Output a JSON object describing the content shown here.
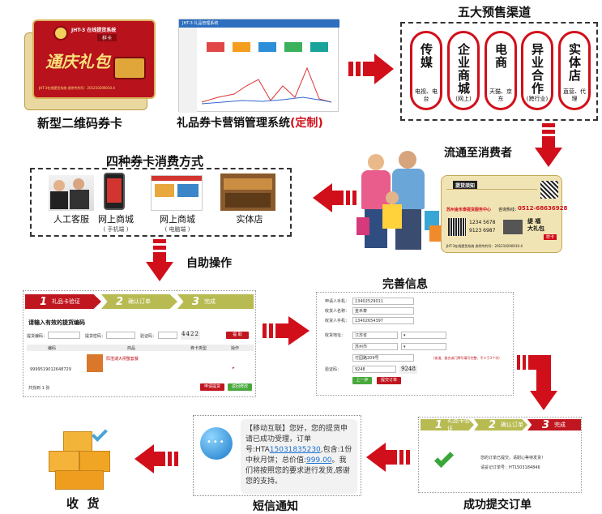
{
  "captions": {
    "card": "新型二维码券卡",
    "system_main": "礼品券卡营销管理系统",
    "system_suffix": "(定制)",
    "channels_title": "五大预售渠道",
    "circulate": "流通至消费者",
    "consume_title": "四种券卡消费方式",
    "self_service": "自助操作",
    "complete_info": "完善信息",
    "success": "成功提交订单",
    "sms": "短信通知",
    "receive": "收  货"
  },
  "channels": [
    {
      "name": "传媒",
      "sub": "电视、电台"
    },
    {
      "name": "企业商城",
      "sub": "(网上)"
    },
    {
      "name": "电商",
      "sub": "天猫、京东"
    },
    {
      "name": "异业合作",
      "sub": "(跨行业)"
    },
    {
      "name": "实体店",
      "sub": "直营、代理"
    }
  ],
  "consume_methods": [
    {
      "label": "人工客服",
      "sub": ""
    },
    {
      "label": "网上商城",
      "sub": "( 手机端 )"
    },
    {
      "label": "网上商城",
      "sub": "( 电脑端 )"
    },
    {
      "label": "实体店",
      "sub": ""
    }
  ],
  "card_front": {
    "brand": "JHT-3 在线提货系统",
    "card_tag": "样卡",
    "gift_text": "通庆礼包",
    "footer": "JHT-3在线提货系统 发明专利号：201210200010.4"
  },
  "card_back": {
    "notice_title": "提货须知",
    "center": "苏州金禾泰提货服务中心",
    "hotline_label": "咨询热线：",
    "hotline": "0512-68636928",
    "card_no": "1234 5678",
    "pwd": "9123 6987",
    "name": "缇 福\n大礼包",
    "tag": "样卡",
    "footer": "JHT-3在线提货系统  发明专利号：201210200010.4"
  },
  "sms": {
    "tag": "【移动互联】",
    "text1": "您好，您的提货申请已成功受理，订单号",
    "order_prefix": ":HTA",
    "order_link": "15031835230",
    "text2": ",包含:1份",
    "text3": "中秋月饼；总价值:",
    "price": "999.00",
    "text4": "。我们将按照您的要求进行发货,感谢您的支持。"
  },
  "steps": [
    "礼品卡验证",
    "确认订单",
    "完成"
  ],
  "form1": {
    "title": "请输入有效的提货编码",
    "labels": [
      "提货编码：",
      "提货密码：",
      "验证码："
    ],
    "captcha": "4422",
    "btn": "提 取",
    "cols": [
      "编码",
      "商品",
      "券卡类型",
      "操作"
    ],
    "row_code": "9999519012648729",
    "row_name": "阳澄湖大闸蟹套餐",
    "footer_left": "共找到 1 张",
    "btn_apply": "申请提货",
    "btn_back": "返回修改"
  },
  "form2": {
    "fields": [
      {
        "label": "申请人手机：",
        "value": "13402529011"
      },
      {
        "label": "收货人名称：",
        "value": "金禾泰"
      },
      {
        "label": "收货人手机：",
        "value": "13402654397"
      },
      {
        "label": "收货地址：",
        "value": "江苏省"
      },
      {
        "label": "",
        "value": "苏州市"
      },
      {
        "label": "",
        "value": "付园路209号"
      },
      {
        "label": "验证码：",
        "value": "9248"
      }
    ],
    "captcha": "9248",
    "hint": "(街道、路名或门牌号填写完整，不少于3个字)",
    "btn_prev": "上一步",
    "btn_submit": "提交订单"
  },
  "success_panel": {
    "msg1": "您的订单已提交，请耐心等待发货！",
    "msg2": "请妥记订单号：HT1503184846"
  },
  "system_shot": {
    "header": "JHT-3 礼品管理系统"
  },
  "colors": {
    "accent_red": "#d10f1b",
    "step_active": "#c0161f",
    "step_inactive": "#b8bb52"
  }
}
